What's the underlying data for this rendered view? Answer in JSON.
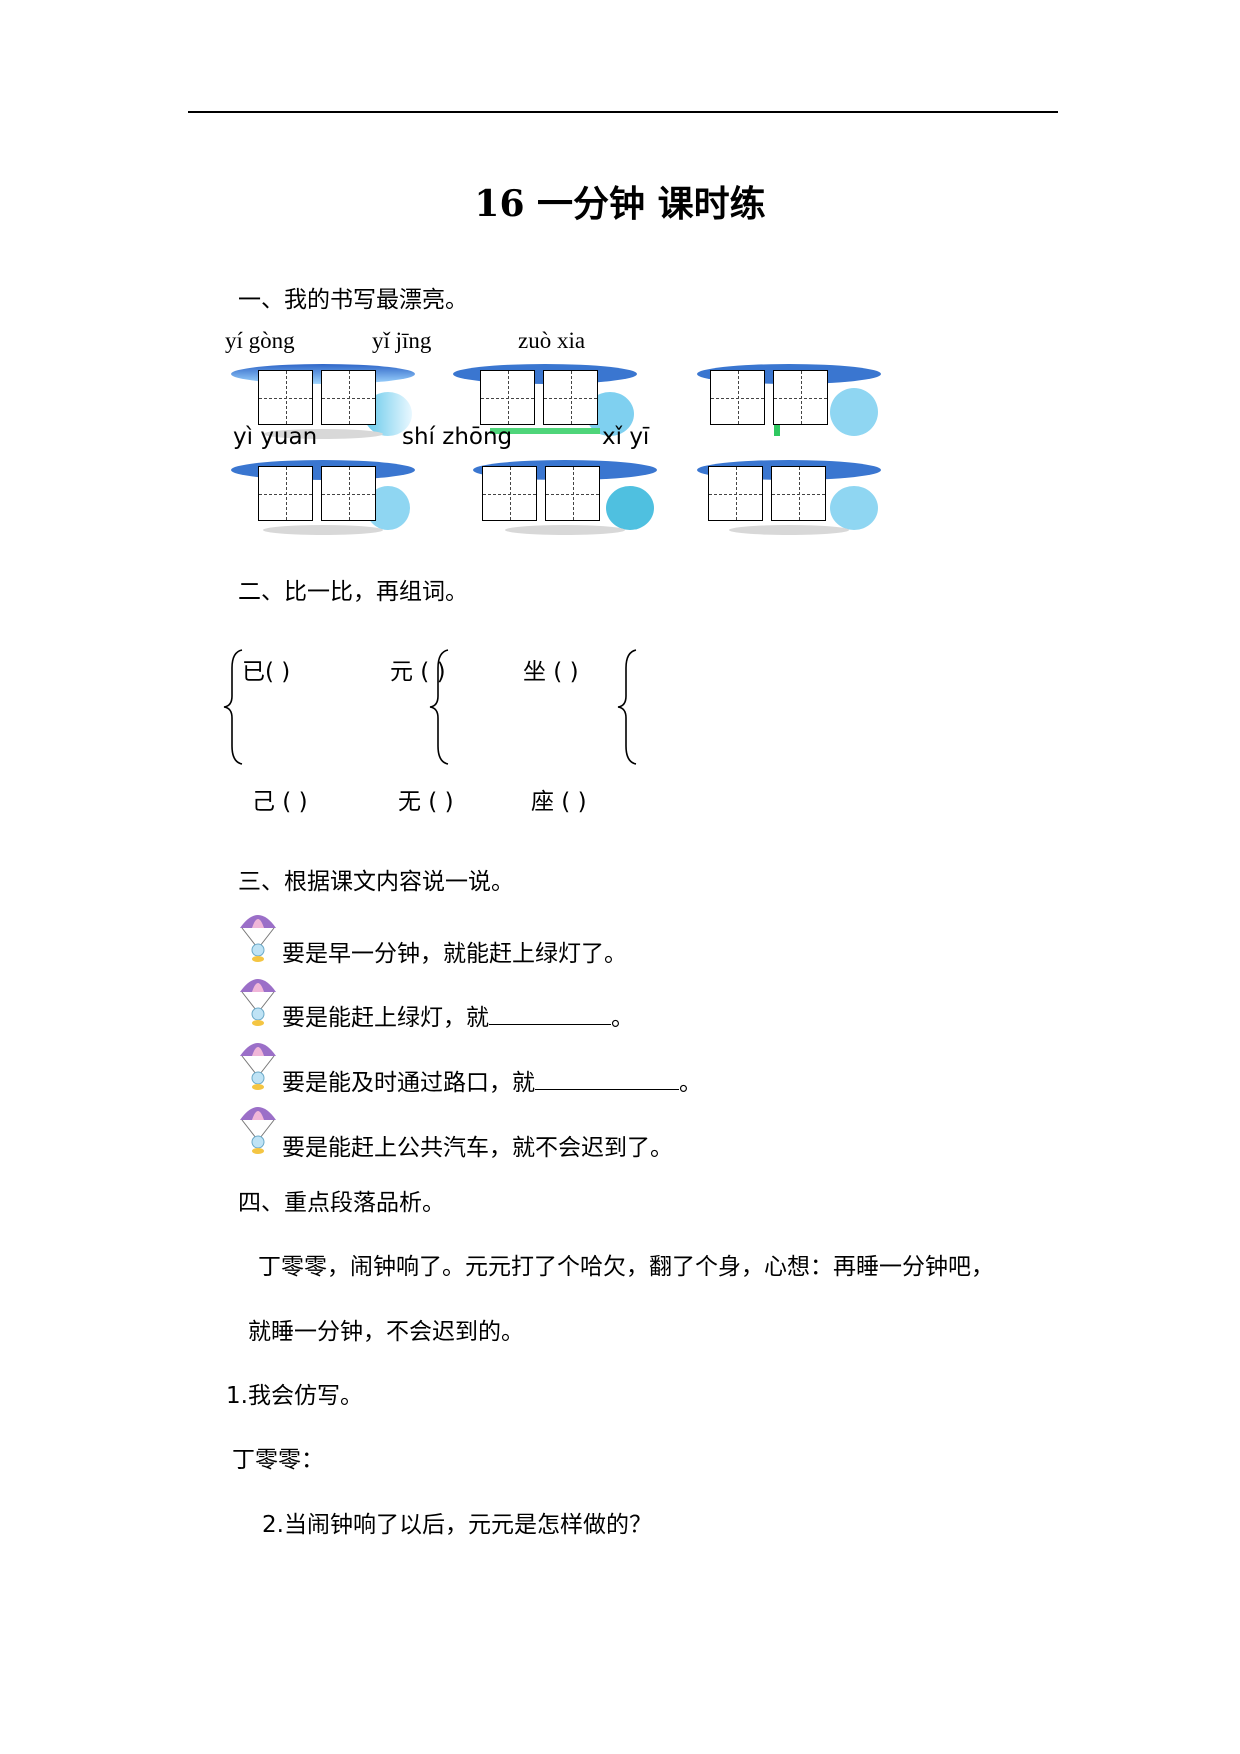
{
  "title": "16 一分钟  课时练",
  "section1": {
    "heading": "一、我的书写最漂亮。",
    "row1": [
      "yí  gòng",
      "yǐ   jīng",
      "zuò   xia"
    ],
    "row2": [
      "yì  yuan",
      "shí  zhōng",
      "xǐ    yī"
    ]
  },
  "section2": {
    "heading": "二、比一比，再组词。",
    "top": [
      "已(      )",
      "元 (      )",
      "坐 (    )"
    ],
    "bottom": [
      "己 (      )",
      "无 (     )",
      "座 (    )"
    ]
  },
  "section3": {
    "heading": "三、根据课文内容说一说。",
    "lines": [
      {
        "text": "要是早一分钟，就能赶上绿灯了。"
      },
      {
        "text": "要是能赶上绿灯，就",
        "end": "。"
      },
      {
        "text": "要是能及时通过路口，就",
        "end": "。"
      },
      {
        "text": "要是能赶上公共汽车，就不会迟到了。"
      }
    ]
  },
  "section4": {
    "heading": "四、重点段落品析。",
    "para1": "丁零零，闹钟响了。元元打了个哈欠，翻了个身，心想：再睡一分钟吧，",
    "para2": "就睡一分钟，不会迟到的。",
    "q1": "1.我会仿写。",
    "q1_answer_label": "丁零零：",
    "q2": "2.当闹钟响了以后，元元是怎样做的？"
  }
}
